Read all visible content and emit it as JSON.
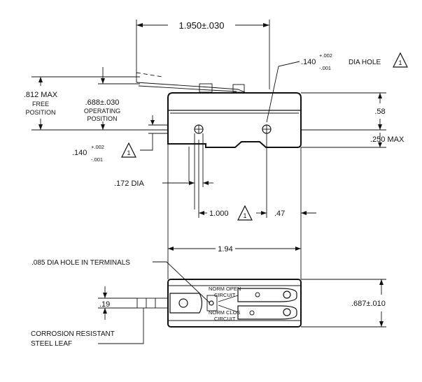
{
  "dimensions": {
    "overall_width": "1.950±.030",
    "dia_hole_top": ".140",
    "dia_hole_top_tol_plus": "+.002",
    "dia_hole_top_tol_minus": "-.001",
    "dia_hole_label": "DIA HOLE",
    "dia_hole_left": ".140",
    "dia_hole_left_tol_plus": "+.002",
    "dia_hole_left_tol_minus": "-.001",
    "max_free_value": ".812 MAX",
    "max_free_line1": "FREE",
    "max_free_line2": "POSITION",
    "operating_value": ".688±.030",
    "operating_line1": "OPERATING",
    "operating_line2": "POSITION",
    "right_height": ".58",
    "right_max": ".250 MAX",
    "dia_172": ".172 DIA",
    "hole_spacing": "1.000",
    "right_offset": ".47",
    "body_width": "1.94",
    "terminal_hole": ".085 DIA HOLE IN TERMINALS",
    "leaf_offset": ".19",
    "bottom_height": ".687±.010",
    "leaf_line1": "CORROSION RESISTANT",
    "leaf_line2": "STEEL LEAF",
    "norm_open_line1": "NORM OPEN",
    "norm_open_line2": "CIRCUIT",
    "norm_closed_line1": "NORM CLOS",
    "norm_closed_line2": "CIRCUIT",
    "note_number": "1"
  }
}
